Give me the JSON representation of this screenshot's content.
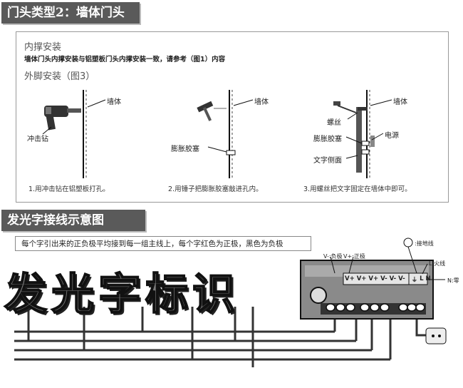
{
  "banner1": "门头类型2：墙体门头",
  "section1": {
    "title": "内撑安装",
    "desc": "墙体门头内撑安装与铝塑板门头内撑安装一致，请参考（图1）内容",
    "subtitle": "外脚安装（图3）"
  },
  "steps": [
    {
      "labels": [
        "墙体",
        "冲击钻"
      ],
      "caption": "1.用冲击钻在铝塑板打孔。"
    },
    {
      "labels": [
        "墙体",
        "膨胀胶塞"
      ],
      "caption": "2.用锤子把膨胀胶塞敲进孔内。"
    },
    {
      "labels": [
        "墙体",
        "螺丝",
        "膨胀胶塞",
        "电源",
        "文字侧面"
      ],
      "caption": "3.用螺丝把文字固定在墙体中即可。"
    }
  ],
  "banner2": "发光字接线示意图",
  "note": "每个字引出来的正负极平均接到每一组主线上，每个字红色为正极，黑色为负极",
  "big_text": "发光字标识",
  "psu": {
    "neg_label": "V-:负极",
    "pos_label": "V+:正极",
    "ground_label": ":接地线",
    "l_label": "L:火线",
    "n_label": "N:零",
    "terminals": [
      "V+",
      "V+",
      "V+",
      "V-",
      "V-",
      "V-",
      "⏚",
      "L",
      "N"
    ]
  }
}
